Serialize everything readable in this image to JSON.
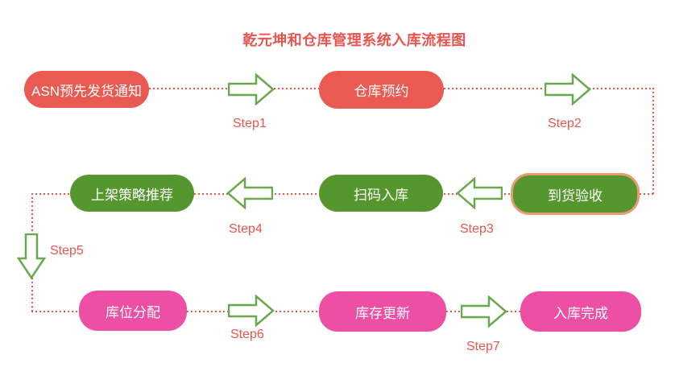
{
  "title": "乾元坤和仓库管理系统入库流程图",
  "nodes": [
    {
      "id": "asn-advance-ship-notice",
      "label": "ASN预先发货通知",
      "color": "#e85a52"
    },
    {
      "id": "warehouse-reservation",
      "label": "仓库预约",
      "color": "#e85a52"
    },
    {
      "id": "arrival-inspection",
      "label": "到货验收",
      "color": "#55962e",
      "border": "#e79b70",
      "highlighted": true
    },
    {
      "id": "scan-inbound",
      "label": "扫码入库",
      "color": "#55962e"
    },
    {
      "id": "shelving-strategy-recommendation",
      "label": "上架策略推荐",
      "color": "#55962e"
    },
    {
      "id": "slot-allocation",
      "label": "库位分配",
      "color": "#ec4fa3"
    },
    {
      "id": "inventory-update",
      "label": "库存更新",
      "color": "#ec4fa3"
    },
    {
      "id": "inbound-complete",
      "label": "入库完成",
      "color": "#ec4fa3"
    }
  ],
  "steps": [
    "Step1",
    "Step2",
    "Step3",
    "Step4",
    "Step5",
    "Step6",
    "Step7"
  ],
  "colors": {
    "node_red": "#e85a52",
    "node_green": "#55962e",
    "node_pink": "#ec4fa3",
    "highlight_border": "#e79b70",
    "connector_red": "#e8564e",
    "arrow_green": "#6aa850",
    "title_red": "#e8554c",
    "node_text": "#ffffff"
  }
}
